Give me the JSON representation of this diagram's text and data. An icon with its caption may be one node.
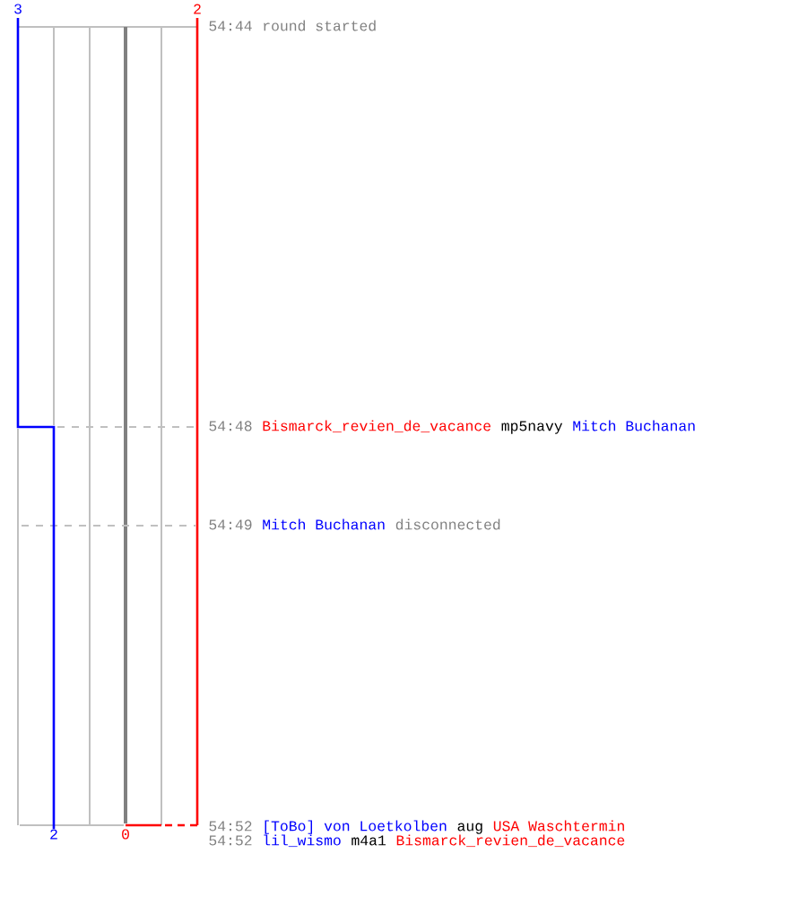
{
  "diagram": {
    "labels": [
      "3",
      "2",
      "54:44",
      "round started",
      "54:48",
      "Bismarck_revien_de_vacance",
      "mp5navy",
      "Mitch Buchanan",
      "54:49",
      "Mitch Buchanan",
      "disconnected",
      "54:52",
      "[ToBo] von Loetkolben",
      "aug",
      "USA Waschtermin",
      "2",
      "0",
      "54:52",
      "lil_wismo",
      "m4a1",
      "Bismarck_revien_de_vacance"
    ]
  }
}
